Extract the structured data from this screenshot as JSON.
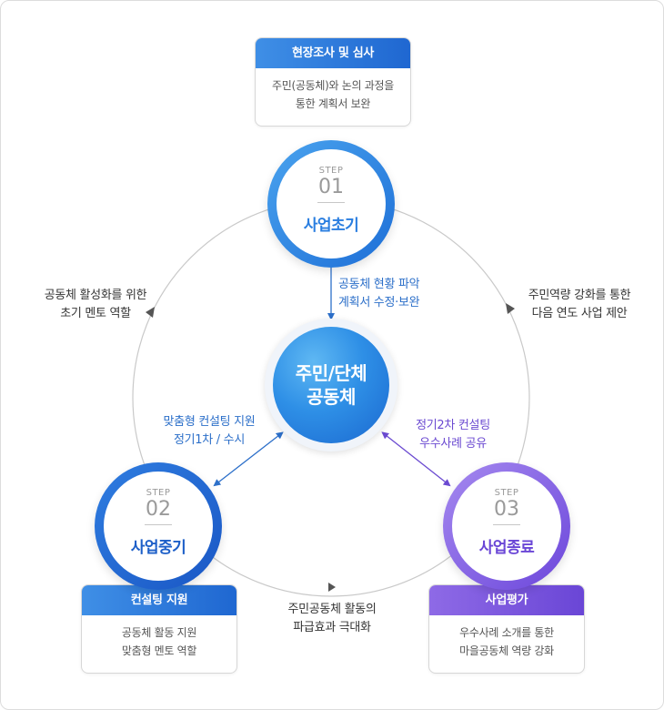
{
  "center": {
    "line1": "주민/단체",
    "line2": "공동체"
  },
  "steps": [
    {
      "label": "STEP",
      "num": "01",
      "name": "사업초기",
      "color": "#2a7ee0"
    },
    {
      "label": "STEP",
      "num": "02",
      "name": "사업중기",
      "color": "#1d5fc8"
    },
    {
      "label": "STEP",
      "num": "03",
      "name": "사업종료",
      "color": "#6a46d6"
    }
  ],
  "boxes": {
    "top": {
      "title": "현장조사 및 심사",
      "line1": "주민(공동체)와 논의 과정을",
      "line2": "통한 계획서 보완"
    },
    "left": {
      "title": "컨설팅 지원",
      "line1": "공동체 활동 지원",
      "line2": "맞춤형 멘토 역할"
    },
    "right": {
      "title": "사업평가",
      "line1": "우수사례 소개를 통한",
      "line2": "마을공동체 역량 강화"
    }
  },
  "labels": {
    "outer_left": {
      "line1": "공동체 활성화를 위한",
      "line2": "초기 멘토 역할"
    },
    "outer_right": {
      "line1": "주민역량 강화를 통한",
      "line2": "다음 연도 사업 제안"
    },
    "outer_bottom": {
      "line1": "주민공동체 활동의",
      "line2": "파급효과 극대화"
    },
    "inner_top": {
      "line1": "공동체 현황 파악",
      "line2": "계획서 수정·보완"
    },
    "inner_left": {
      "line1": "맞춤형 컨설팅 지원",
      "line2": "정기1차 / 수시"
    },
    "inner_right": {
      "line1": "정기2차 컨설팅",
      "line2": "우수사례 공유"
    }
  }
}
